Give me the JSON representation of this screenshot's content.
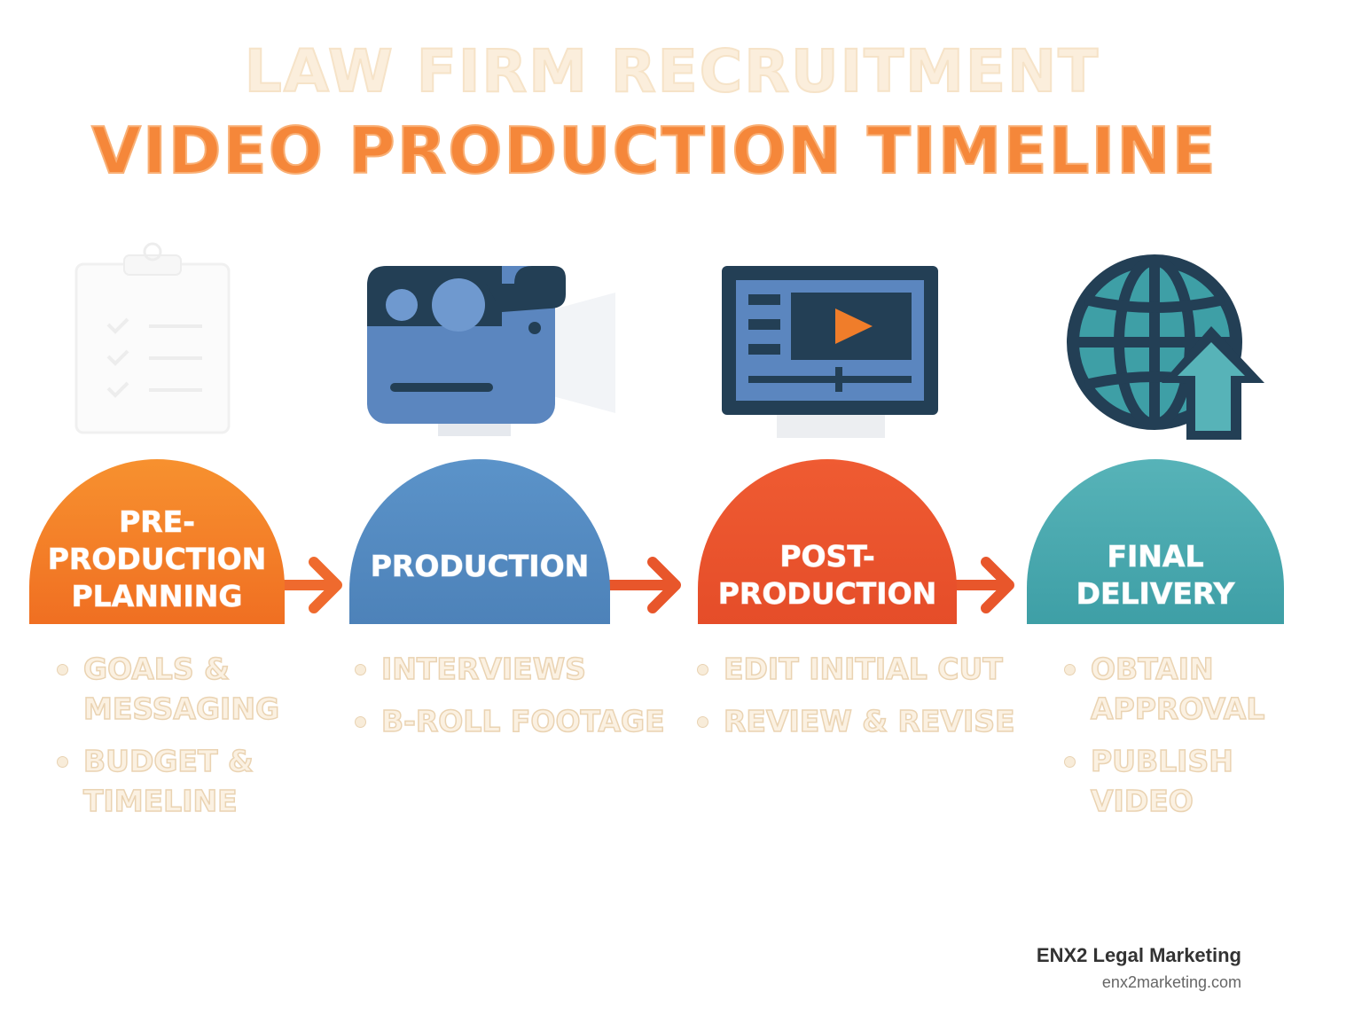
{
  "title": {
    "line1": "LAW FIRM RECRUITMENT",
    "line2": "VIDEO PRODUCTION TIMELINE"
  },
  "colors": {
    "orange": "#f7912f",
    "blue": "#5b93c9",
    "red": "#ef5b32",
    "teal": "#57b3b8",
    "navy": "#233f55",
    "title_orange": "#f5873a"
  },
  "stages": [
    {
      "label": "PRE-\nPRODUCTION\nPLANNING",
      "icon": "clipboard-checklist-icon",
      "items": [
        "GOALS & MESSAGING",
        "BUDGET & TIMELINE"
      ]
    },
    {
      "label": "PRODUCTION",
      "icon": "video-camera-icon",
      "items": [
        "INTERVIEWS",
        "B-ROLL FOOTAGE"
      ]
    },
    {
      "label": "POST-\nPRODUCTION",
      "icon": "video-editor-monitor-icon",
      "items": [
        "EDIT INITIAL CUT",
        "REVIEW & REVISE"
      ]
    },
    {
      "label": "FINAL\nDELIVERY",
      "icon": "globe-upload-icon",
      "items": [
        "OBTAIN APPROVAL",
        "PUBLISH VIDEO"
      ]
    }
  ],
  "brand": {
    "name": "ENX2 Legal Marketing",
    "url": "enx2marketing.com"
  }
}
